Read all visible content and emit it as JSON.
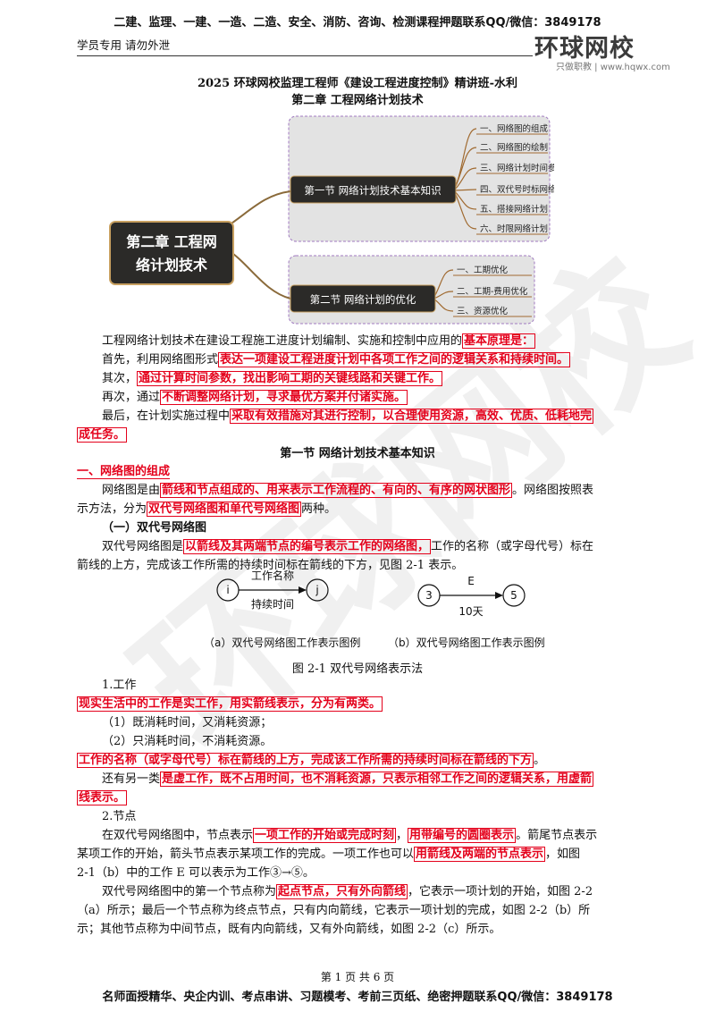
{
  "header": {
    "top_banner": "二建、监理、一建、一造、二造、安全、消防、咨询、检测课程押题联系QQ/微信：3849178",
    "left_note": "学员专用 请勿外泄",
    "logo_text": "环球网校",
    "logo_sub": "只做职教 | www.hqwx.com"
  },
  "title": {
    "line1": "2025 环球网校监理工程师《建设工程进度控制》精讲班-水利",
    "line2": "第二章 工程网络计划技术"
  },
  "mindmap": {
    "root": "第二章 工程网络计划技术",
    "root_line1": "第二章  工程网",
    "root_line2": "络计划技术",
    "branches": [
      {
        "label": "第一节 网络计划技术基本知识",
        "items": [
          "一、网络图的组成",
          "二、网络图的绘制",
          "三、网络计划时间参数的计算",
          "四、双代号时标网络计划",
          "五、搭接网络计划",
          "六、时限网络计划"
        ]
      },
      {
        "label": "第二节 网络计划的优化",
        "items": [
          "一、工期优化",
          "二、工期-费用优化",
          "三、资源优化"
        ]
      }
    ]
  },
  "intro": {
    "p1_a": "工程网络计划技术在建设工程施工进度计划编制、实施和控制中应用的",
    "p1_hl": "基本原理是：",
    "p2_a": "首先，利用网络图形式",
    "p2_hl": "表达一项建设工程进度计划中各项工作之间的逻辑关系和持续时间。",
    "p3_a": "其次，",
    "p3_hl": "通过计算时间参数，找出影响工期的关键线路和关键工作。",
    "p4_a": "再次，通过",
    "p4_hl": "不断调整网络计划，寻求最优方案并付诸实施。",
    "p5_a": "最后，在计划实施过程中",
    "p5_hl1": "采取有效措施对其进行控制，以合理使用资源，高效、优质、低耗地完",
    "p5_hl2": "成任务。"
  },
  "section1": {
    "heading": "第一节    网络计划技术基本知识",
    "sub1": "一、网络图的组成",
    "l1_a": "网络图是由",
    "l1_hl": "箭线和节点组成的、用来表示工作流程的、有向的、有序的网状图形",
    "l1_b": "。网络图按照表",
    "l2_a": "示方法，分为",
    "l2_hl": "双代号网络图和单代号网络图",
    "l2_b": "两种。",
    "sub2": "（一）双代号网络图",
    "l3_a": "双代号网络图是",
    "l3_hl": "以箭线及其两端节点的编号表示工作的网络图，",
    "l3_b": "工作的名称（或字母代号）标在",
    "l4": "箭线的上方，完成该工作所需的持续时间标在箭线的下方，见图 2-1 表示。"
  },
  "figure": {
    "a_start": "i",
    "a_end": "j",
    "a_top": "工作名称",
    "a_bottom": "持续时间",
    "b_start": "3",
    "b_end": "5",
    "b_top": "E",
    "b_bottom": "10天",
    "caption_a": "（a）双代号网络图工作表示图例",
    "caption_b": "（b）双代号网络图工作表示图例",
    "title": "图 2-1    双代号网络表示法"
  },
  "work": {
    "heading": "1.工作",
    "hl1": "现实生活中的工作是实工作，用实箭线表示，分为有两类。",
    "item1": "（1）既消耗时间，又消耗资源；",
    "item2": "（2）只消耗时间，不消耗资源。",
    "hl2": "工作的名称（或字母代号）标在箭线的上方，完成该工作所需的持续时间标在箭线的下方",
    "hl2_end": "。",
    "l5_a": "还有另一类",
    "l5_hl": "是虚工作，既不占用时间，也不消耗资源，只表示相邻工作之间的逻辑关系，用虚箭",
    "l6_hl": "线表示。"
  },
  "node": {
    "heading": "2.节点",
    "l1_a": "在双代号网络图中，节点表示",
    "l1_hl1": "一项工作的开始或完成时刻",
    "l1_b": "，",
    "l1_hl2": "用带编号的圆圈表示",
    "l1_c": "。箭尾节点表示",
    "l2_a": "某项工作的开始，箭头节点表示某项工作的完成。一项工作也可以",
    "l2_hl": "用箭线及两端的节点表示",
    "l2_b": "，如图",
    "l3": "2-1（b）中的工作 E 可以表示为工作③→⑤。",
    "l4_a": "双代号网络图中的第一个节点称为",
    "l4_hl": "起点节点，只有外向箭线",
    "l4_b": "，它表示一项计划的开始，如图 2-2",
    "l5": "（a）所示；最后一个节点称为终点节点，只有内向箭线，它表示一项计划的完成，如图 2-2（b）所",
    "l6": "示；其他节点称为中间节点，既有内向箭线，又有外向箭线，如图 2-2（c）所示。"
  },
  "footer": {
    "page": "第 1 页 共 6 页",
    "bottom_banner": "名师面授精华、央企内训、考点串讲、习题模考、考前三页纸、绝密押题联系QQ/微信：3849178"
  },
  "colors": {
    "highlight": "#e4001b",
    "mindmap_bg": "#e3e3e3",
    "node_dark": "#2b2a28"
  }
}
